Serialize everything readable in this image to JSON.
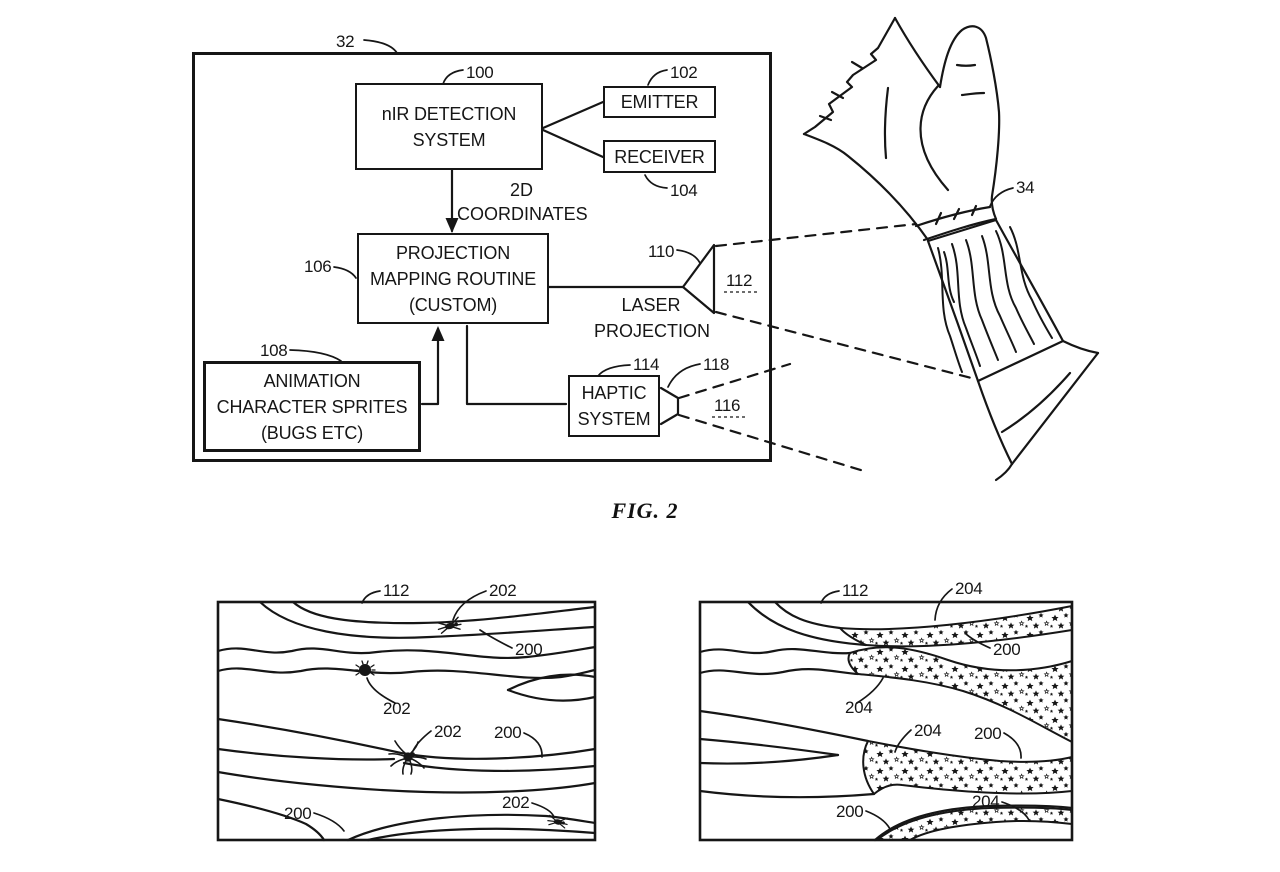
{
  "figure_caption": "FIG. 2",
  "diagram": {
    "system_ref": "32",
    "nir_box": {
      "ref": "100",
      "line1": "nIR DETECTION",
      "line2": "SYSTEM"
    },
    "emitter_box": {
      "ref": "102",
      "label": "EMITTER"
    },
    "receiver_box": {
      "ref": "104",
      "label": "RECEIVER"
    },
    "coordinates_label": {
      "line1": "2D",
      "line2": "COORDINATES"
    },
    "projection_box": {
      "ref": "106",
      "line1": "PROJECTION",
      "line2": "MAPPING ROUTINE",
      "line3": "(CUSTOM)"
    },
    "laser": {
      "projector_ref": "110",
      "projection_area_ref": "112",
      "line1": "LASER",
      "line2": "PROJECTION"
    },
    "animation_box": {
      "ref": "108",
      "line1": "ANIMATION",
      "line2": "CHARACTER SPRITES",
      "line3": "(BUGS ETC)"
    },
    "haptic_box": {
      "ref": "114",
      "line1": "HAPTIC",
      "line2": "SYSTEM",
      "cone_ref": "118",
      "field_ref": "116"
    },
    "wrist_ref": "34"
  },
  "left_panel": {
    "area_ref": "112",
    "bug_top": "202",
    "vein_top": "200",
    "bug_mid": "202",
    "bug_center": "202",
    "vein_center": "200",
    "vein_bottom": "200",
    "bug_bottom": "202"
  },
  "right_panel": {
    "area_ref": "112",
    "stars_top": "204",
    "vein_top": "200",
    "stars_mid": "204",
    "stars_center": "204",
    "vein_center": "200",
    "vein_bottom": "200",
    "stars_bottom": "204"
  }
}
